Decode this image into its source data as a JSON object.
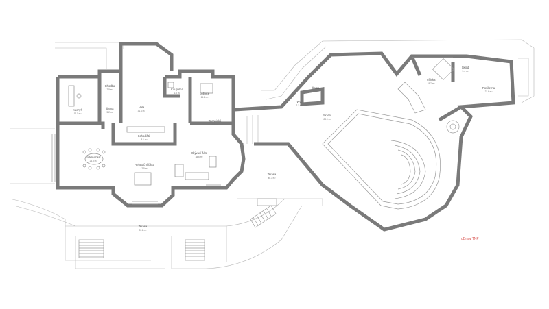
{
  "rooms": [
    {
      "id": "101",
      "name": "Chodba",
      "area": "7.5 m²"
    },
    {
      "id": "102",
      "name": "Šatna",
      "area": "5.2 m²"
    },
    {
      "id": "103",
      "name": "Kuchyň",
      "area": "12.1 m²"
    },
    {
      "id": "104",
      "name": "Hala",
      "area": "31.4 m²"
    },
    {
      "id": "105",
      "name": "Koupelna",
      "area": "6.3 m²"
    },
    {
      "id": "106",
      "name": "Ložnice",
      "area": "14.2 m²"
    },
    {
      "id": "107",
      "name": "Schodiště",
      "area": "8.1 m²"
    },
    {
      "id": "108",
      "name": "Obývací část",
      "area": "38.6 m²"
    },
    {
      "id": "109",
      "name": "Jídelní část",
      "area": "24.8 m²"
    },
    {
      "id": "110",
      "name": "Relaxační část",
      "area": "42.5 m²"
    },
    {
      "id": "111",
      "name": "Bazén",
      "area": "128.0 m²"
    },
    {
      "id": "112",
      "name": "Terasa",
      "area": "46.3 m²"
    },
    {
      "id": "113",
      "name": "Technická",
      "area": "9.5 m²"
    },
    {
      "id": "114",
      "name": "WC",
      "area": "2.1 m²"
    },
    {
      "id": "115",
      "name": "Šatna",
      "area": "4.8 m²"
    },
    {
      "id": "116",
      "name": "Vířivka",
      "area": "18.7 m²"
    },
    {
      "id": "117",
      "name": "Sklad",
      "area": "3.4 m²"
    },
    {
      "id": "118",
      "name": "Posilovna",
      "area": "22.6 m²"
    },
    {
      "id": "119",
      "name": "Terasa",
      "area": "31.2 m²"
    }
  ],
  "stamp": "uDraw TNP"
}
